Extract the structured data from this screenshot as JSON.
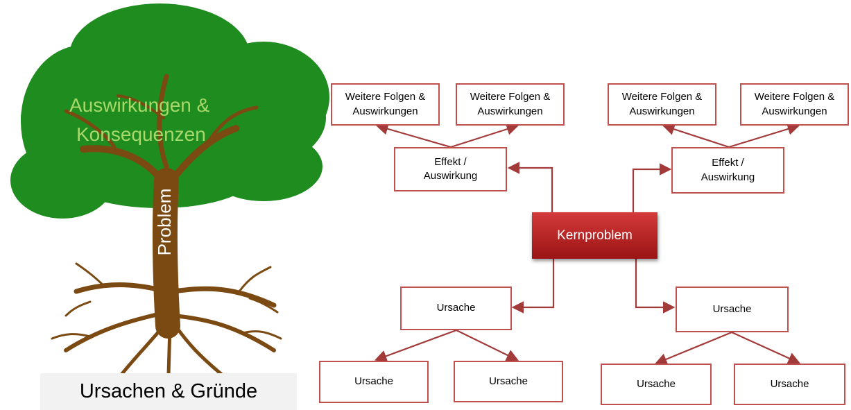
{
  "tree": {
    "crown_line1": "Auswirkungen &",
    "crown_line2": "Konsequenzen",
    "trunk": "Problem",
    "roots": "Ursachen & Gründe"
  },
  "core": {
    "label": "Kernproblem"
  },
  "effects": [
    {
      "label": "Effekt /\nAuswirkung"
    },
    {
      "label": "Effekt /\nAuswirkung"
    }
  ],
  "consequences": [
    {
      "label": "Weitere Folgen &\nAuswirkungen"
    },
    {
      "label": "Weitere Folgen &\nAuswirkungen"
    },
    {
      "label": "Weitere Folgen &\nAuswirkungen"
    },
    {
      "label": "Weitere Folgen &\nAuswirkungen"
    }
  ],
  "causes": [
    {
      "label": "Ursache"
    },
    {
      "label": "Ursache"
    }
  ],
  "sub_causes": [
    {
      "label": "Ursache"
    },
    {
      "label": "Ursache"
    },
    {
      "label": "Ursache"
    },
    {
      "label": "Ursache"
    }
  ],
  "colors": {
    "crown": "#1a8a1a",
    "trunk": "#7a4a12",
    "box_border": "#c0504d",
    "arrow": "#a33a3a",
    "core_fill": "#b82222"
  }
}
